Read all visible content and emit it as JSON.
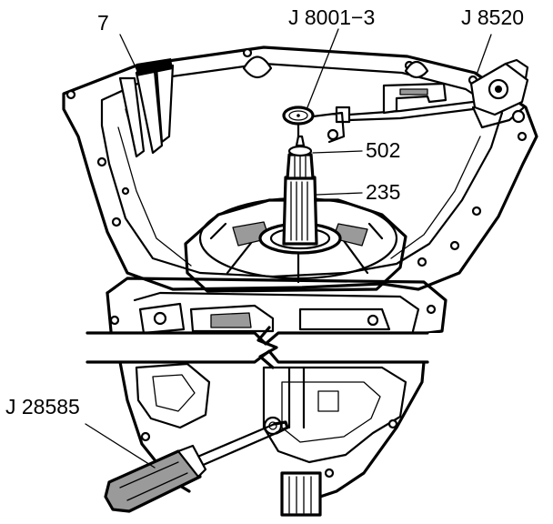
{
  "colors": {
    "ink": "#000000",
    "paper": "#ffffff",
    "shade": "#9a9a9a"
  },
  "callouts": {
    "item_7": "7",
    "dial_indicator": "J 8001−3",
    "indicator_bracket": "J 8520",
    "shaft_502": "502",
    "shaft_235": "235",
    "screwdriver": "J 28585"
  }
}
